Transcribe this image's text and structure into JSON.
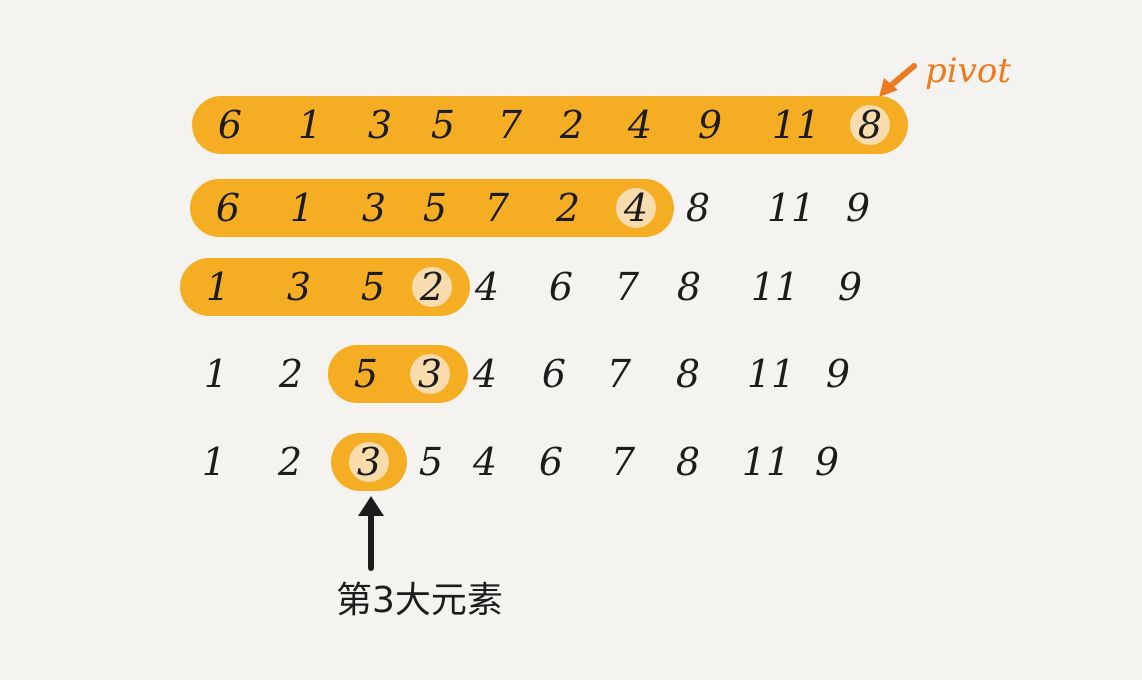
{
  "colors": {
    "background": "#f5f3ef",
    "highlight": "#f5ae24",
    "pivot_circle": "#f9dcae",
    "pivot_arrow": "#ee7a1f",
    "ink": "#1c1c1c"
  },
  "pivot_label": "pivot",
  "caption": "第3大元素",
  "rows": [
    {
      "values": [
        "6",
        "1",
        "3",
        "5",
        "7",
        "2",
        "4",
        "9",
        "11",
        "8"
      ],
      "band": [
        0,
        9
      ],
      "pivot_index": 9
    },
    {
      "values": [
        "6",
        "1",
        "3",
        "5",
        "7",
        "2",
        "4",
        "8",
        "11",
        "9"
      ],
      "band": [
        0,
        6
      ],
      "pivot_index": 6
    },
    {
      "values": [
        "1",
        "3",
        "5",
        "2",
        "4",
        "6",
        "7",
        "8",
        "11",
        "9"
      ],
      "band": [
        0,
        3
      ],
      "pivot_index": 3
    },
    {
      "values": [
        "1",
        "2",
        "5",
        "3",
        "4",
        "6",
        "7",
        "8",
        "11",
        "9"
      ],
      "band": [
        2,
        3
      ],
      "pivot_index": 3
    },
    {
      "values": [
        "1",
        "2",
        "3",
        "5",
        "4",
        "6",
        "7",
        "8",
        "11",
        "9"
      ],
      "band": [
        2,
        2
      ],
      "pivot_index": 2
    }
  ]
}
